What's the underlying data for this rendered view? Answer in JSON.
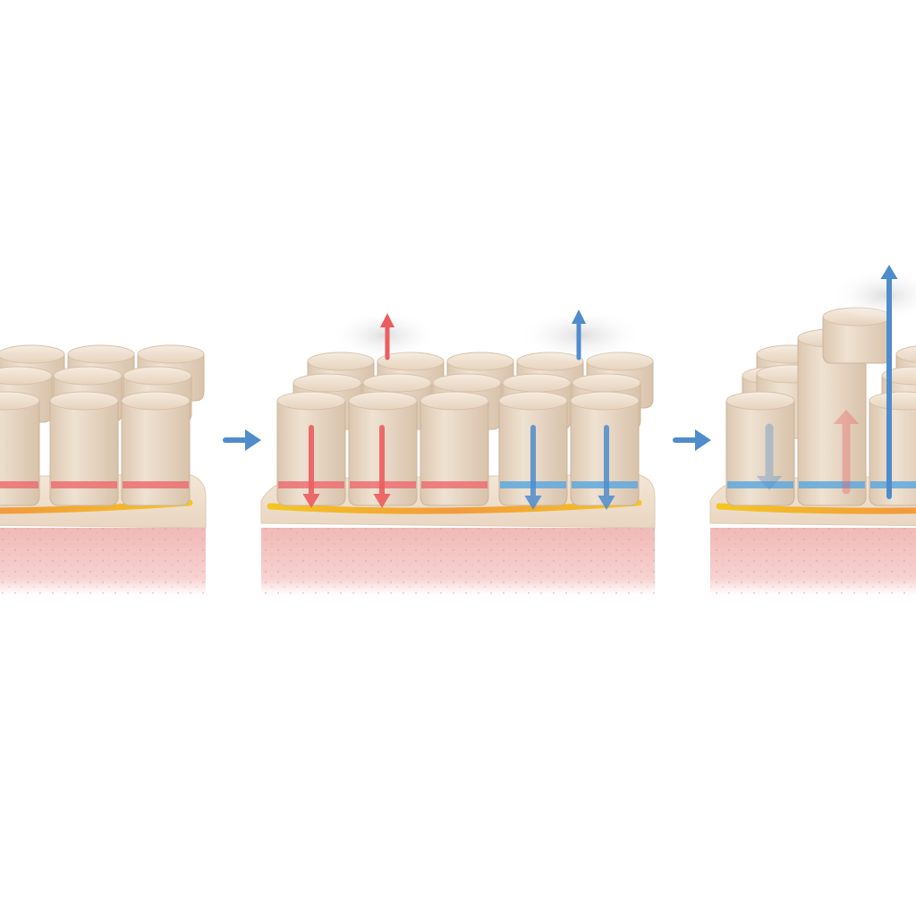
{
  "colors": {
    "background": "#ffffff",
    "cell_body": "#e8d7c3",
    "cell_top": "#f1e4d3",
    "cell_shade": "#cdb8a0",
    "junction_red": "#ec6f72",
    "junction_blue": "#5fa8dc",
    "basement_membrane": "#f2c12e",
    "stroma": "#f2c4c2",
    "stroma_dots": "#d99a98",
    "arrow_red": "#ec5d5f",
    "arrow_blue": "#4f8ccb",
    "process_arrow": "#4f8ccb"
  },
  "panels": [
    {
      "name": "panel-1",
      "junction": "red",
      "tall_cells": 0,
      "arrows": []
    },
    {
      "name": "panel-2",
      "junction": "mixed",
      "tall_cells": 0,
      "arrows": [
        "red-up",
        "red-down",
        "red-down",
        "blue-up",
        "blue-down",
        "blue-down"
      ]
    },
    {
      "name": "panel-3",
      "junction": "blue",
      "tall_cells": 2,
      "arrows": [
        "blue-up-long",
        "blue-down-faint",
        "red-up-faint"
      ]
    }
  ],
  "process_arrows": 2
}
